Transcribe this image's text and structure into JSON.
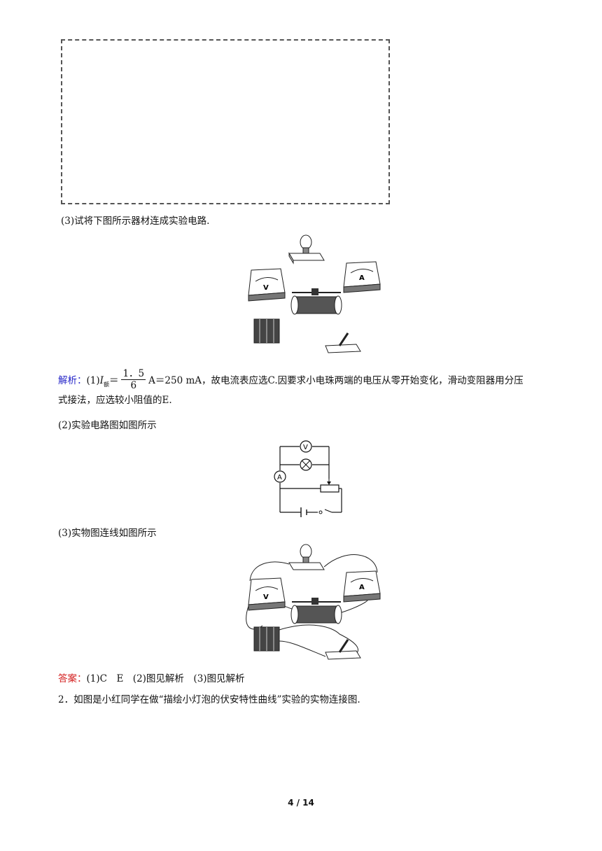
{
  "q3_prompt": "(3)试将下图所示器材连成实验电路.",
  "solution": {
    "label": "解析：",
    "part1_prefix": "(1)",
    "current_symbol": "I",
    "current_subscript": "额",
    "fraction_num": "1．5",
    "fraction_den": "6",
    "part1_rest": "A＝250 mA，故电流表应选C.因要求小电珠两端的电压从零开始变化，滑动变阻器用分压",
    "part1_line2": "式接法，应选较小阻值的E.",
    "part2": "(2)实验电路图如图所示",
    "part3": "(3)实物图连线如图所示"
  },
  "answer": {
    "label": "答案：",
    "text": "(1)C　E　(2)图见解析　(3)图见解析"
  },
  "question2": "2．如图是小红同学在做“描绘小灯泡的伏安特性曲线”实验的实物连接图.",
  "meters": {
    "voltmeter": "V",
    "ammeter": "A"
  },
  "page": {
    "indicator": "4 / 14"
  }
}
